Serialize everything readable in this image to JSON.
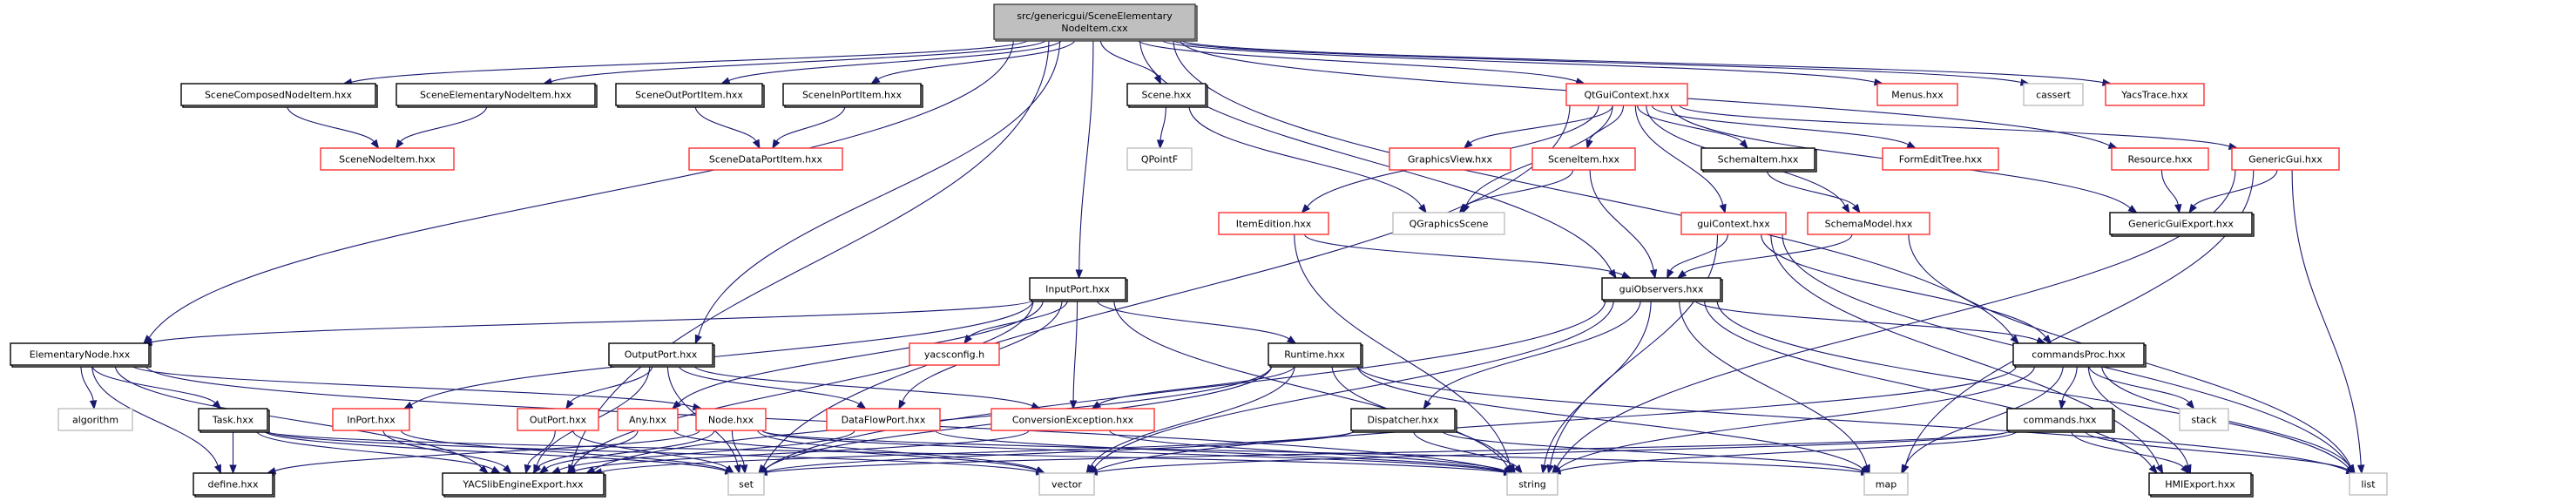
{
  "title": "src/genericgui/SceneElementaryNodeItem.cxx include dependency graph",
  "colors": {
    "edge": "#191970",
    "root_fill": "#bfbfbf",
    "documented_border": "#000000",
    "undocumented_border": "#ff3030",
    "external_border": "#bfbfbf"
  },
  "nodes": [
    {
      "id": "root",
      "label": [
        "src/genericgui/SceneElementary",
        "NodeItem.cxx"
      ],
      "kind": "root"
    },
    {
      "id": "SceneComposedNodeItem",
      "label": [
        "SceneComposedNodeItem.hxx"
      ],
      "kind": "black"
    },
    {
      "id": "SceneElementaryNodeItem",
      "label": [
        "SceneElementaryNodeItem.hxx"
      ],
      "kind": "black"
    },
    {
      "id": "SceneOutPortItem",
      "label": [
        "SceneOutPortItem.hxx"
      ],
      "kind": "black"
    },
    {
      "id": "SceneInPortItem",
      "label": [
        "SceneInPortItem.hxx"
      ],
      "kind": "black"
    },
    {
      "id": "Scene",
      "label": [
        "Scene.hxx"
      ],
      "kind": "black"
    },
    {
      "id": "QtGuiContext",
      "label": [
        "QtGuiContext.hxx"
      ],
      "kind": "red"
    },
    {
      "id": "Menus",
      "label": [
        "Menus.hxx"
      ],
      "kind": "red"
    },
    {
      "id": "cassert",
      "label": [
        "cassert"
      ],
      "kind": "grey"
    },
    {
      "id": "YacsTrace",
      "label": [
        "YacsTrace.hxx"
      ],
      "kind": "red"
    },
    {
      "id": "SceneNodeItem",
      "label": [
        "SceneNodeItem.hxx"
      ],
      "kind": "red"
    },
    {
      "id": "SceneDataPortItem",
      "label": [
        "SceneDataPortItem.hxx"
      ],
      "kind": "red"
    },
    {
      "id": "QPointF",
      "label": [
        "QPointF"
      ],
      "kind": "grey"
    },
    {
      "id": "GraphicsView",
      "label": [
        "GraphicsView.hxx"
      ],
      "kind": "red"
    },
    {
      "id": "SceneItem",
      "label": [
        "SceneItem.hxx"
      ],
      "kind": "red"
    },
    {
      "id": "SchemaItem",
      "label": [
        "SchemaItem.hxx"
      ],
      "kind": "black"
    },
    {
      "id": "FormEditTree",
      "label": [
        "FormEditTree.hxx"
      ],
      "kind": "red"
    },
    {
      "id": "Resource",
      "label": [
        "Resource.hxx"
      ],
      "kind": "red"
    },
    {
      "id": "GenericGui",
      "label": [
        "GenericGui.hxx"
      ],
      "kind": "red"
    },
    {
      "id": "ItemEdition",
      "label": [
        "ItemEdition.hxx"
      ],
      "kind": "red"
    },
    {
      "id": "QGraphicsScene",
      "label": [
        "QGraphicsScene"
      ],
      "kind": "grey"
    },
    {
      "id": "guiContext",
      "label": [
        "guiContext.hxx"
      ],
      "kind": "red"
    },
    {
      "id": "SchemaModel",
      "label": [
        "SchemaModel.hxx"
      ],
      "kind": "red"
    },
    {
      "id": "GenericGuiExport",
      "label": [
        "GenericGuiExport.hxx"
      ],
      "kind": "black"
    },
    {
      "id": "InputPort",
      "label": [
        "InputPort.hxx"
      ],
      "kind": "black"
    },
    {
      "id": "guiObservers",
      "label": [
        "guiObservers.hxx"
      ],
      "kind": "black"
    },
    {
      "id": "ElementaryNode",
      "label": [
        "ElementaryNode.hxx"
      ],
      "kind": "black"
    },
    {
      "id": "OutputPort",
      "label": [
        "OutputPort.hxx"
      ],
      "kind": "black"
    },
    {
      "id": "yacsconfig",
      "label": [
        "yacsconfig.h"
      ],
      "kind": "red"
    },
    {
      "id": "Runtime",
      "label": [
        "Runtime.hxx"
      ],
      "kind": "black"
    },
    {
      "id": "commandsProc",
      "label": [
        "commandsProc.hxx"
      ],
      "kind": "black"
    },
    {
      "id": "algorithm",
      "label": [
        "algorithm"
      ],
      "kind": "grey"
    },
    {
      "id": "Task",
      "label": [
        "Task.hxx"
      ],
      "kind": "black"
    },
    {
      "id": "InPort",
      "label": [
        "InPort.hxx"
      ],
      "kind": "red"
    },
    {
      "id": "OutPort",
      "label": [
        "OutPort.hxx"
      ],
      "kind": "red"
    },
    {
      "id": "Any",
      "label": [
        "Any.hxx"
      ],
      "kind": "red"
    },
    {
      "id": "Node",
      "label": [
        "Node.hxx"
      ],
      "kind": "red"
    },
    {
      "id": "DataFlowPort",
      "label": [
        "DataFlowPort.hxx"
      ],
      "kind": "red"
    },
    {
      "id": "ConversionException",
      "label": [
        "ConversionException.hxx"
      ],
      "kind": "red"
    },
    {
      "id": "Dispatcher",
      "label": [
        "Dispatcher.hxx"
      ],
      "kind": "black"
    },
    {
      "id": "commands",
      "label": [
        "commands.hxx"
      ],
      "kind": "black"
    },
    {
      "id": "stack",
      "label": [
        "stack"
      ],
      "kind": "grey"
    },
    {
      "id": "define",
      "label": [
        "define.hxx"
      ],
      "kind": "black"
    },
    {
      "id": "YACSlibEngineExport",
      "label": [
        "YACSlibEngineExport.hxx"
      ],
      "kind": "black"
    },
    {
      "id": "set",
      "label": [
        "set"
      ],
      "kind": "grey"
    },
    {
      "id": "vector",
      "label": [
        "vector"
      ],
      "kind": "grey"
    },
    {
      "id": "string",
      "label": [
        "string"
      ],
      "kind": "grey"
    },
    {
      "id": "map",
      "label": [
        "map"
      ],
      "kind": "grey"
    },
    {
      "id": "HMIExport",
      "label": [
        "HMIExport.hxx"
      ],
      "kind": "black"
    },
    {
      "id": "list",
      "label": [
        "list"
      ],
      "kind": "grey"
    }
  ],
  "edges": [
    [
      "root",
      "SceneComposedNodeItem"
    ],
    [
      "root",
      "SceneElementaryNodeItem"
    ],
    [
      "root",
      "SceneOutPortItem"
    ],
    [
      "root",
      "SceneInPortItem"
    ],
    [
      "root",
      "Scene"
    ],
    [
      "root",
      "QtGuiContext"
    ],
    [
      "root",
      "Menus"
    ],
    [
      "root",
      "cassert"
    ],
    [
      "root",
      "YacsTrace"
    ],
    [
      "root",
      "Resource"
    ],
    [
      "root",
      "guiObservers"
    ],
    [
      "root",
      "commandsProc"
    ],
    [
      "root",
      "InputPort"
    ],
    [
      "root",
      "OutputPort"
    ],
    [
      "root",
      "ElementaryNode"
    ],
    [
      "root",
      "YACSlibEngineExport"
    ],
    [
      "SceneComposedNodeItem",
      "SceneNodeItem"
    ],
    [
      "SceneElementaryNodeItem",
      "SceneNodeItem"
    ],
    [
      "SceneOutPortItem",
      "SceneDataPortItem"
    ],
    [
      "SceneInPortItem",
      "SceneDataPortItem"
    ],
    [
      "Scene",
      "QPointF"
    ],
    [
      "Scene",
      "QGraphicsScene"
    ],
    [
      "QtGuiContext",
      "GraphicsView"
    ],
    [
      "QtGuiContext",
      "SceneItem"
    ],
    [
      "QtGuiContext",
      "SchemaItem"
    ],
    [
      "QtGuiContext",
      "FormEditTree"
    ],
    [
      "QtGuiContext",
      "GenericGui"
    ],
    [
      "QtGuiContext",
      "ItemEdition"
    ],
    [
      "QtGuiContext",
      "QGraphicsScene"
    ],
    [
      "QtGuiContext",
      "guiContext"
    ],
    [
      "QtGuiContext",
      "SchemaModel"
    ],
    [
      "QtGuiContext",
      "GenericGuiExport"
    ],
    [
      "QtGuiContext",
      "set"
    ],
    [
      "SceneItem",
      "QGraphicsScene"
    ],
    [
      "SceneItem",
      "guiObservers"
    ],
    [
      "SchemaItem",
      "SchemaModel"
    ],
    [
      "Resource",
      "GenericGuiExport"
    ],
    [
      "GenericGui",
      "GenericGuiExport"
    ],
    [
      "GenericGui",
      "string"
    ],
    [
      "GenericGui",
      "map"
    ],
    [
      "GenericGui",
      "list"
    ],
    [
      "ItemEdition",
      "guiObservers"
    ],
    [
      "ItemEdition",
      "string"
    ],
    [
      "guiContext",
      "guiObservers"
    ],
    [
      "guiContext",
      "commandsProc"
    ],
    [
      "guiContext",
      "string"
    ],
    [
      "guiContext",
      "HMIExport"
    ],
    [
      "guiContext",
      "list"
    ],
    [
      "SchemaModel",
      "guiObservers"
    ],
    [
      "SchemaModel",
      "list"
    ],
    [
      "InputPort",
      "ElementaryNode"
    ],
    [
      "InputPort",
      "YACSlibEngineExport"
    ],
    [
      "InputPort",
      "InPort"
    ],
    [
      "InputPort",
      "yacsconfig"
    ],
    [
      "InputPort",
      "DataFlowPort"
    ],
    [
      "InputPort",
      "ConversionException"
    ],
    [
      "InputPort",
      "Runtime"
    ],
    [
      "InputPort",
      "Any"
    ],
    [
      "InputPort",
      "string"
    ],
    [
      "guiObservers",
      "Dispatcher"
    ],
    [
      "guiObservers",
      "commandsProc"
    ],
    [
      "guiObservers",
      "string"
    ],
    [
      "guiObservers",
      "map"
    ],
    [
      "guiObservers",
      "set"
    ],
    [
      "guiObservers",
      "list"
    ],
    [
      "guiObservers",
      "vector"
    ],
    [
      "guiObservers",
      "HMIExport"
    ],
    [
      "ElementaryNode",
      "algorithm"
    ],
    [
      "ElementaryNode",
      "Task"
    ],
    [
      "ElementaryNode",
      "define"
    ],
    [
      "ElementaryNode",
      "YACSlibEngineExport"
    ],
    [
      "ElementaryNode",
      "Node"
    ],
    [
      "ElementaryNode",
      "string"
    ],
    [
      "OutputPort",
      "OutPort"
    ],
    [
      "OutputPort",
      "DataFlowPort"
    ],
    [
      "OutputPort",
      "ConversionException"
    ],
    [
      "OutputPort",
      "YACSlibEngineExport"
    ],
    [
      "OutputPort",
      "set"
    ],
    [
      "Runtime",
      "ConversionException"
    ],
    [
      "Runtime",
      "set"
    ],
    [
      "Runtime",
      "vector"
    ],
    [
      "Runtime",
      "string"
    ],
    [
      "Runtime",
      "map"
    ],
    [
      "Runtime",
      "list"
    ],
    [
      "Runtime",
      "YACSlibEngineExport"
    ],
    [
      "commandsProc",
      "commands"
    ],
    [
      "commandsProc",
      "stack"
    ],
    [
      "commandsProc",
      "map"
    ],
    [
      "commandsProc",
      "string"
    ],
    [
      "commandsProc",
      "HMIExport"
    ],
    [
      "commandsProc",
      "list"
    ],
    [
      "commandsProc",
      "vector"
    ],
    [
      "Task",
      "define"
    ],
    [
      "Task",
      "YACSlibEngineExport"
    ],
    [
      "Task",
      "set"
    ],
    [
      "Task",
      "vector"
    ],
    [
      "Task",
      "string"
    ],
    [
      "InPort",
      "YACSlibEngineExport"
    ],
    [
      "InPort",
      "set"
    ],
    [
      "OutPort",
      "YACSlibEngineExport"
    ],
    [
      "OutPort",
      "set"
    ],
    [
      "Any",
      "YACSlibEngineExport"
    ],
    [
      "Any",
      "vector"
    ],
    [
      "Node",
      "set"
    ],
    [
      "Node",
      "YACSlibEngineExport"
    ],
    [
      "Node",
      "define"
    ],
    [
      "Node",
      "string"
    ],
    [
      "Node",
      "vector"
    ],
    [
      "Node",
      "map"
    ],
    [
      "DataFlowPort",
      "YACSlibEngineExport"
    ],
    [
      "DataFlowPort",
      "string"
    ],
    [
      "ConversionException",
      "YACSlibEngineExport"
    ],
    [
      "ConversionException",
      "string"
    ],
    [
      "Dispatcher",
      "string"
    ],
    [
      "Dispatcher",
      "map"
    ],
    [
      "Dispatcher",
      "set"
    ],
    [
      "Dispatcher",
      "YACSlibEngineExport"
    ],
    [
      "commands",
      "string"
    ],
    [
      "commands",
      "HMIExport"
    ],
    [
      "commands",
      "list"
    ],
    [
      "commands",
      "vector"
    ],
    [
      "commands",
      "set"
    ]
  ]
}
